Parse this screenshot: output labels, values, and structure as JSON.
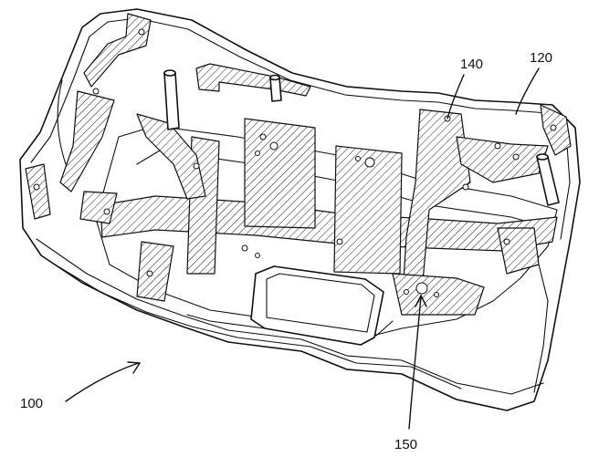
{
  "labels": {
    "ref_100": "100",
    "ref_120": "120",
    "ref_140": "140",
    "ref_150": "150"
  },
  "colors": {
    "line": "#111111",
    "background": "#ffffff"
  }
}
